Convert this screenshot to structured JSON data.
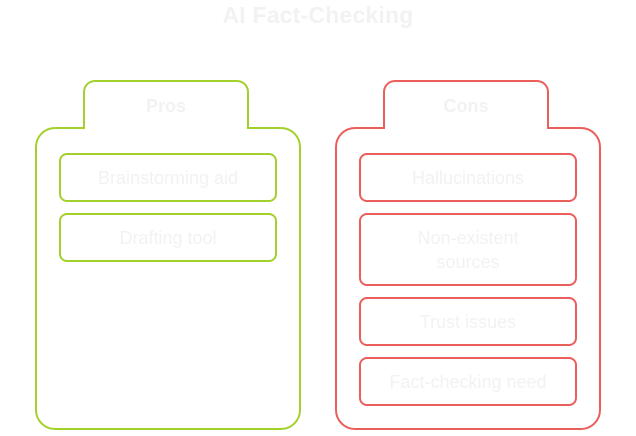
{
  "title": "AI Fact-Checking",
  "colors": {
    "pros_accent": "#a3d12c",
    "cons_accent": "#ea5f5b",
    "text": "#f2f2f2",
    "background": "#ffffff"
  },
  "pros": {
    "label": "Pros",
    "items": [
      "Brainstorming aid",
      "Drafting tool"
    ]
  },
  "cons": {
    "label": "Cons",
    "items": [
      "Hallucinations",
      "Non-existent sources",
      "Trust issues",
      "Fact-checking need"
    ]
  }
}
